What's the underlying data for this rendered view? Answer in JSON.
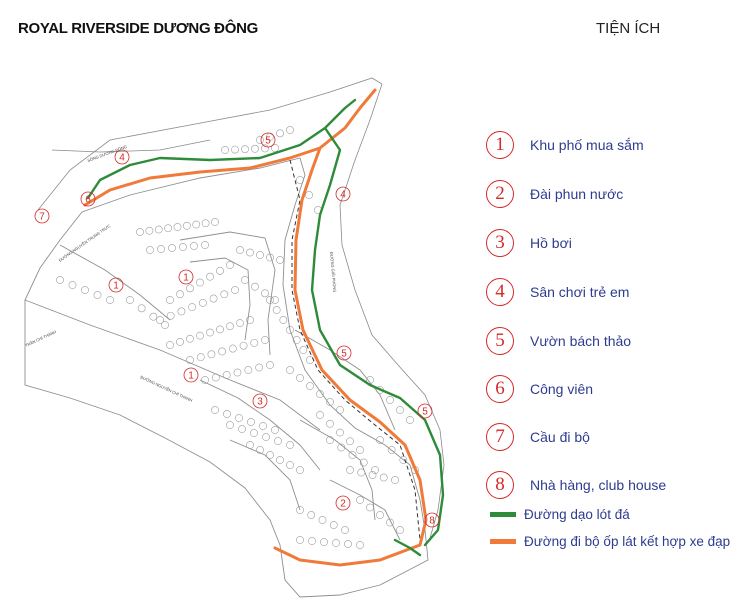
{
  "header": {
    "title": "ROYAL RIVERSIDE DƯƠNG ĐÔNG",
    "section": "TIỆN ÍCH"
  },
  "legend": {
    "amenities": [
      {
        "number": "1",
        "label": "Khu phố mua sắm"
      },
      {
        "number": "2",
        "label": "Đài phun nước"
      },
      {
        "number": "3",
        "label": "Hồ bơi"
      },
      {
        "number": "4",
        "label": "Sân chơi trẻ em"
      },
      {
        "number": "5",
        "label": "Vườn bách thảo"
      },
      {
        "number": "6",
        "label": "Công viên"
      },
      {
        "number": "7",
        "label": "Cầu đi bộ"
      },
      {
        "number": "8",
        "label": "Nhà hàng, club house"
      }
    ],
    "paths": [
      {
        "label": "Đường dạo lót đá",
        "color": "#2e8b3a"
      },
      {
        "label": "Đường đi bộ ốp lát kết hợp xe đạp",
        "color": "#f07a3a"
      }
    ]
  },
  "map": {
    "markers": [
      "1",
      "1",
      "1",
      "2",
      "3",
      "4",
      "4",
      "5",
      "5",
      "5",
      "6",
      "7",
      "8"
    ],
    "street_labels": [
      "SÔNG DƯƠNG ĐÔNG",
      "ĐƯỜNG NGUYỄN TRUNG TRỰC",
      "TRẦN CHÍ THÀNH",
      "ĐƯỜNG NGUYỄN CHÍ THANH",
      "ĐƯỜNG GIẢI PHÓNG"
    ]
  },
  "colors": {
    "marker_red": "#d32a2a",
    "legend_text": "#2e3c8f",
    "map_line": "#9a9a9a"
  }
}
